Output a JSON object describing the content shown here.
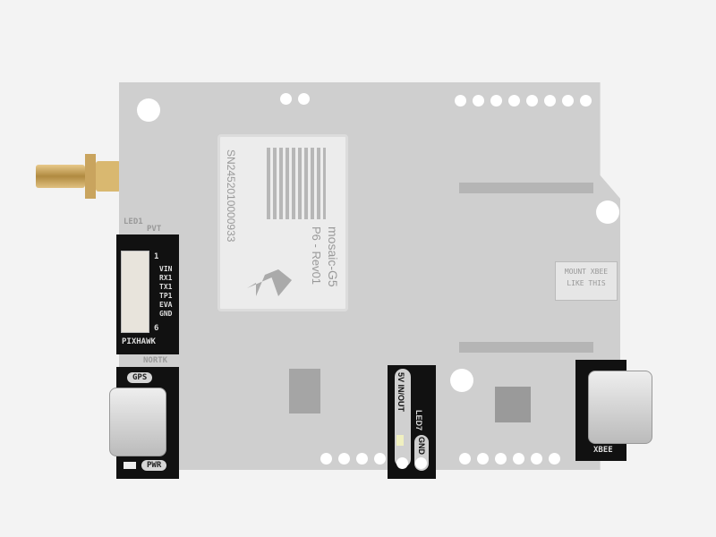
{
  "module": {
    "brand": "mosaic-G5",
    "revision": "P6 - Rev01",
    "serial": "SN2452010000933"
  },
  "pixhawk": {
    "label": "PIXHAWK",
    "pin_first": "1",
    "pin_last": "6",
    "pins": [
      "VIN",
      "RX1",
      "TX1",
      "TP1",
      "EVA",
      "GND"
    ]
  },
  "gps_usb": {
    "label": "GPS",
    "led_label": "PWR"
  },
  "power_header": {
    "label": "5V IN/OUT",
    "led_label": "LED7",
    "gnd_label": "GND"
  },
  "xbee_usb": {
    "label": "XBEE"
  },
  "note": {
    "text": "MOUNT XBEE LIKE THIS"
  },
  "silkscreen": {
    "nortk": "NORTK",
    "gnd": "GND",
    "pvt": "PVT",
    "led": "LED1"
  }
}
